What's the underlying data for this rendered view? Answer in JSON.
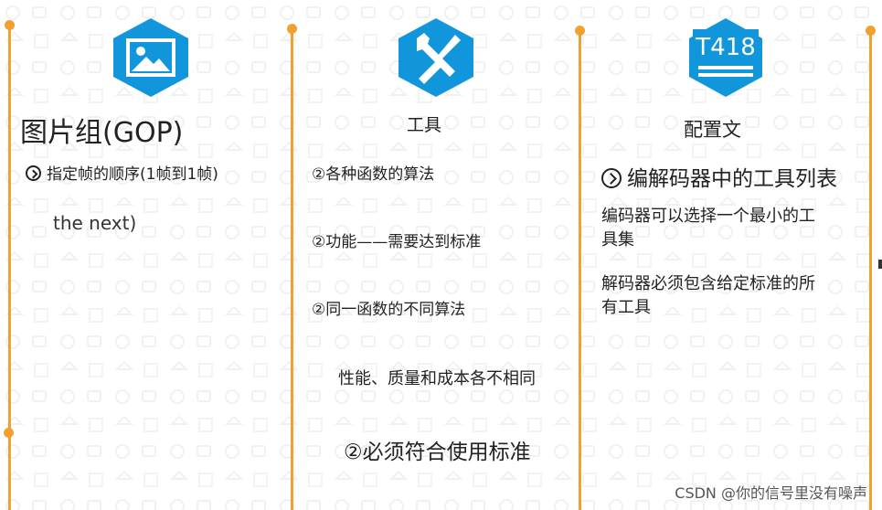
{
  "colors": {
    "timeline": "#f2a12e",
    "icon": "#1296db"
  },
  "column1": {
    "icon": "image-icon",
    "title": "图片组(GOP)",
    "item1": "指定帧的顺序(1帧到1帧)",
    "item2": "the next)"
  },
  "column2": {
    "icon": "tools-icon",
    "title": "工具",
    "item1": "②各种函数的算法",
    "item2": "②功能——需要达到标准",
    "item3": "②同一函数的不同算法",
    "item4": "性能、质量和成本各不相同",
    "item5": "②必须符合使用标准"
  },
  "column3": {
    "icon": "t418-icon",
    "icon_label": "T418",
    "title": "配置文",
    "heading": "编解码器中的工具列表",
    "para1_line1": "编码器可以选择一个最小的工",
    "para1_line2": "具集",
    "para2_line1": "解码器必须包含给定标准的所",
    "para2_line2": "有工具"
  },
  "watermark": "CSDN @你的信号里没有噪声"
}
